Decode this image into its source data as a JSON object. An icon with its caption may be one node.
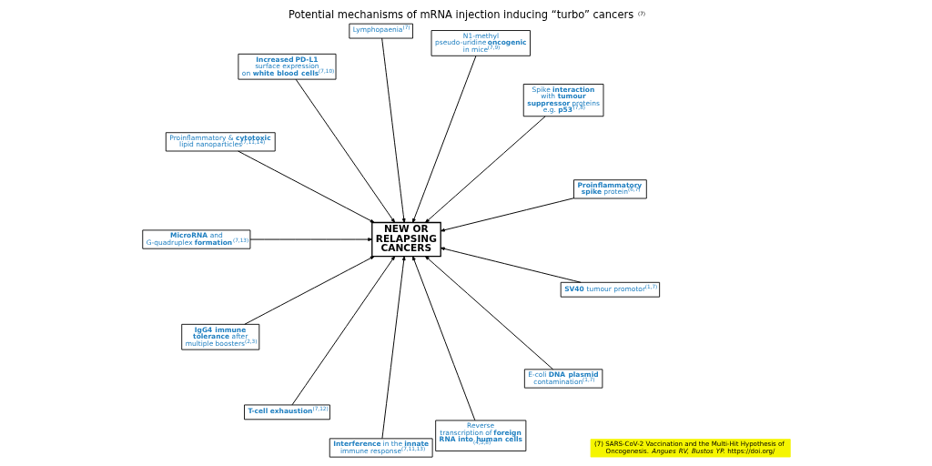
{
  "diagram": {
    "title": "Potential mechanisms of mRNA injection inducing “turbo” cancers $^{(7)}$",
    "nodes": [
      {
        "text": [
          "**Proinflammatory spike** protein$^{(6,7)}$"
        ]
      },
      {
        "text": [
          "Spike **interaction** with **tumour suppressor** proteins e.g. **p53**$^{(7,8)}$"
        ]
      },
      {
        "text": [
          "N1-methyl pseudo-uridine **oncogenic** in mice$^{(7,9)}$"
        ]
      },
      {
        "text": [
          "Lymphopaenia$^{(7)}$"
        ]
      },
      {
        "text": [
          "**Increased PD-L1** surface expression on **white blood cells**$^{(7,10)}$"
        ]
      },
      {
        "text": [
          "Proinflammatory & **cytotoxic** lipid nanoparticles$^{(7,11,14)}$"
        ]
      },
      {
        "text": [
          "NEW OR RELAPSING CANCERS"
        ]
      },
      {
        "text": [
          "**MicroRNA** and G-quadruplex **formation**$^{(7,13)}$"
        ]
      },
      {
        "text": [
          "**IgG4 immune tolerance** after multiple boosters$^{(2,3)}$"
        ]
      },
      {
        "text": [
          "**T-cell exhaustion**$^{(7,12)}$"
        ]
      },
      {
        "text": [
          "**Interference** in the **innate** immune response$^{(7,11,13)}$"
        ]
      },
      {
        "text": [
          "Reverse transcription of **foreign RNA into human cells** $^{(4,5,8)}$"
        ]
      },
      {
        "text": [
          "E-coli **DNA plasmid** contamination$^{(1,7)}$"
        ]
      },
      {
        "text": [
          "**SV40** tumour promotor$^{(1,7)}$"
        ]
      },
      {
        "text": [
          "(7) SARS-CoV-2 Vaccination and the Multi-Hit Hypothesis of Oncogenesis. *Angues RV, Bustos YP.* https://doi.org/"
        ]
      }
    ],
    "edges": [
      {
        "from": 0,
        "to": 6,
        "arrow": "to"
      },
      {
        "from": 1,
        "to": 6,
        "arrow": "to"
      },
      {
        "from": 2,
        "to": 6,
        "arrow": "to"
      },
      {
        "from": 3,
        "to": 6,
        "arrow": "to"
      },
      {
        "from": 4,
        "to": 6,
        "arrow": "to"
      },
      {
        "from": 5,
        "to": 6,
        "arrow": "to"
      },
      {
        "from": 7,
        "to": 6,
        "arrow": "to"
      },
      {
        "from": 8,
        "to": 6,
        "arrow": "to"
      },
      {
        "from": 9,
        "to": 6,
        "arrow": "to"
      },
      {
        "from": 10,
        "to": 6,
        "arrow": "to"
      },
      {
        "from": 11,
        "to": 6,
        "arrow": "to"
      },
      {
        "from": 12,
        "to": 6,
        "arrow": "to"
      },
      {
        "from": 13,
        "to": 6,
        "arrow": "to"
      }
    ]
  }
}
